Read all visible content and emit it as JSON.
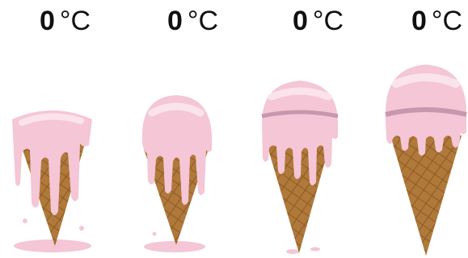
{
  "labels": [
    {
      "value": "0",
      "unit": "°C"
    },
    {
      "value": "0",
      "unit": "°C"
    },
    {
      "value": "0",
      "unit": "°C"
    },
    {
      "value": "0",
      "unit": "°C"
    }
  ],
  "colors": {
    "cream": "#f4c6d6",
    "cream_highlight": "#fbe3ec",
    "cream_shadow": "#c797ad",
    "cone": "#b0793a",
    "cone_dark": "#8b5a26",
    "text": "#111111"
  }
}
